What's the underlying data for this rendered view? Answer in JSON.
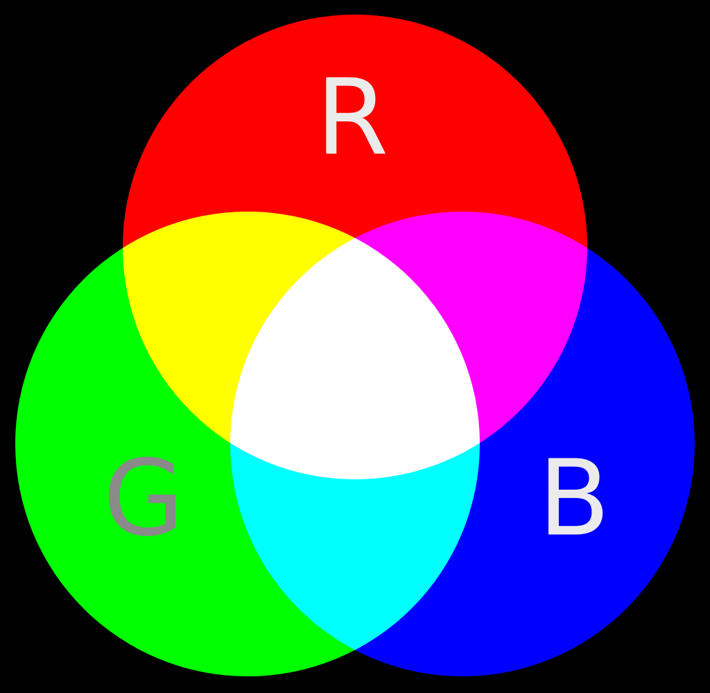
{
  "background_color": "#000000",
  "diagram": {
    "type": "venn-additive-rgb",
    "description_visible_text_only": "",
    "circles": [
      {
        "id": "red",
        "label": "R",
        "color": "#ff0000",
        "label_color": "#ebebeb"
      },
      {
        "id": "green",
        "label": "G",
        "color": "#00ff00",
        "label_color": "#8a8a8a"
      },
      {
        "id": "blue",
        "label": "B",
        "color": "#0000ff",
        "label_color": "#ebebeb"
      }
    ],
    "overlap_colors": {
      "red_green": "#ffff00",
      "red_blue": "#ff00ff",
      "green_blue": "#00ffff",
      "red_green_blue": "#ffffff"
    }
  }
}
